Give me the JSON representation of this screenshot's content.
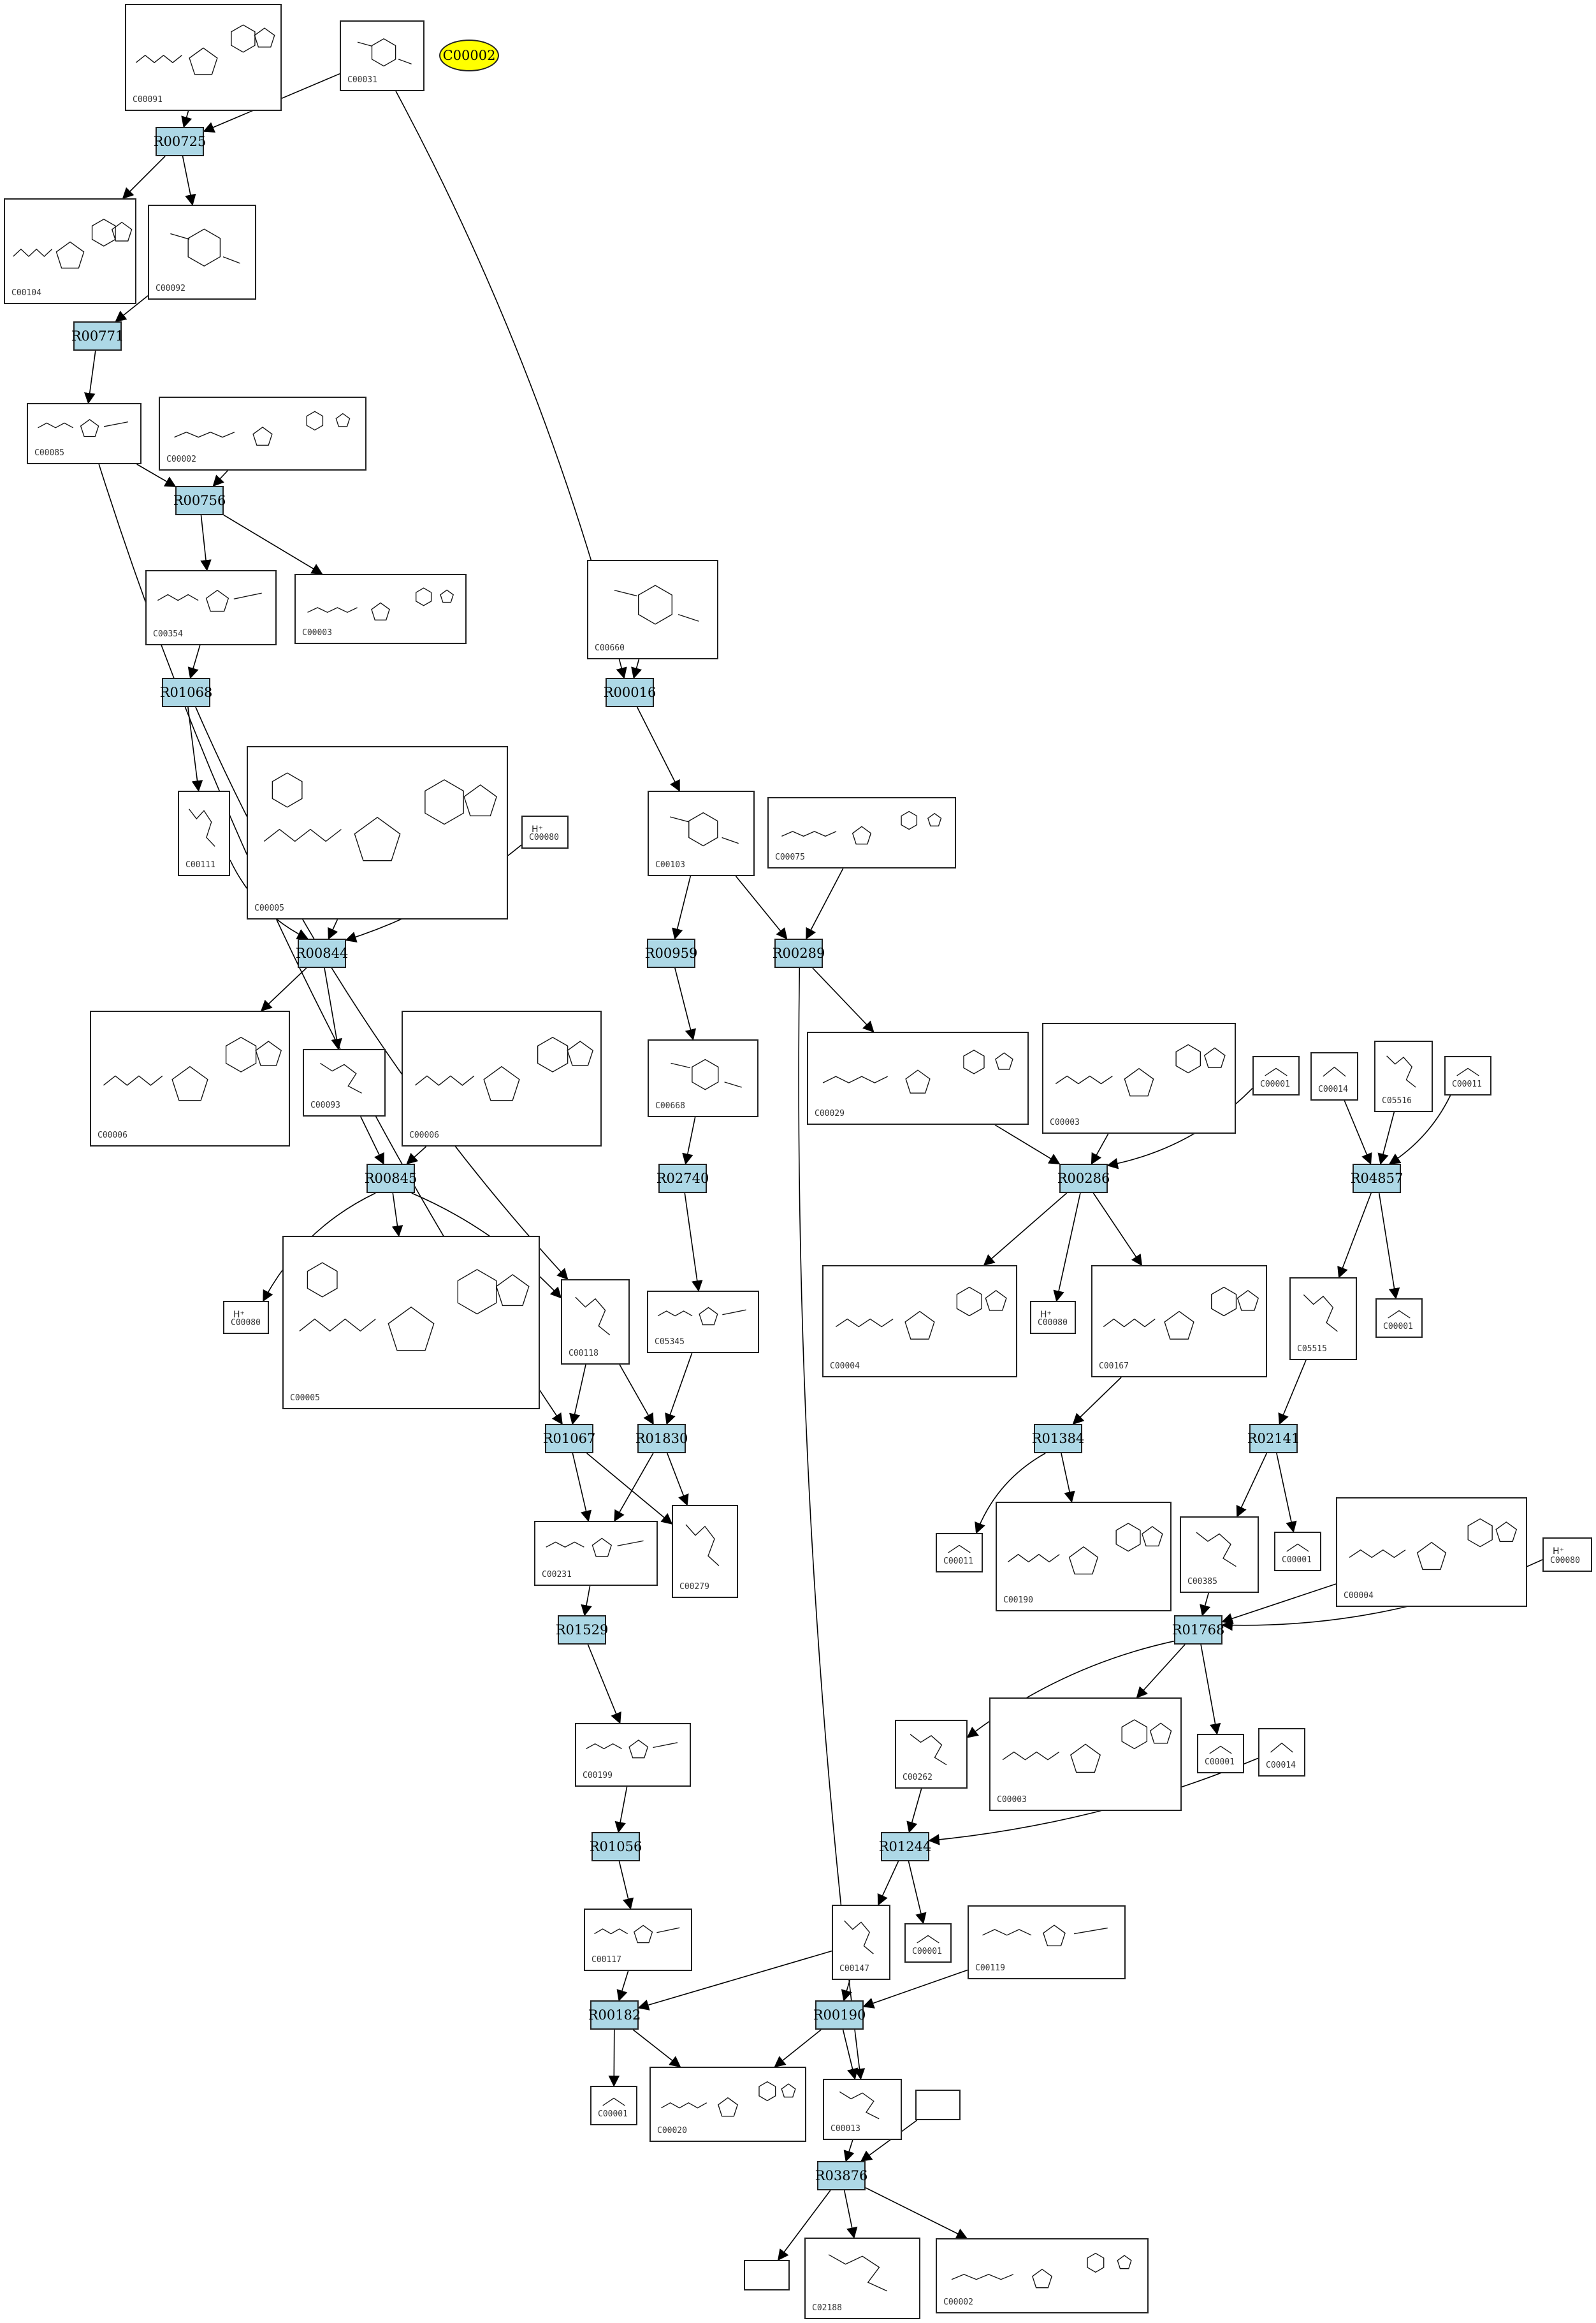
{
  "legend": {
    "compound": "C00002"
  },
  "reactions": [
    {
      "id": "R00725",
      "label": "R00725"
    },
    {
      "id": "R00771",
      "label": "R00771"
    },
    {
      "id": "R00756",
      "label": "R00756"
    },
    {
      "id": "R01068",
      "label": "R01068"
    },
    {
      "id": "R00016",
      "label": "R00016"
    },
    {
      "id": "R00844",
      "label": "R00844"
    },
    {
      "id": "R00959",
      "label": "R00959"
    },
    {
      "id": "R00289",
      "label": "R00289"
    },
    {
      "id": "R00845",
      "label": "R00845"
    },
    {
      "id": "R02740",
      "label": "R02740"
    },
    {
      "id": "R00286",
      "label": "R00286"
    },
    {
      "id": "R04857",
      "label": "R04857"
    },
    {
      "id": "R01067",
      "label": "R01067"
    },
    {
      "id": "R01830",
      "label": "R01830"
    },
    {
      "id": "R01384",
      "label": "R01384"
    },
    {
      "id": "R02141",
      "label": "R02141"
    },
    {
      "id": "R01529",
      "label": "R01529"
    },
    {
      "id": "R01768",
      "label": "R01768"
    },
    {
      "id": "R01056",
      "label": "R01056"
    },
    {
      "id": "R01244",
      "label": "R01244"
    },
    {
      "id": "R00182",
      "label": "R00182"
    },
    {
      "id": "R00190",
      "label": "R00190"
    },
    {
      "id": "R03876",
      "label": "R03876"
    }
  ],
  "compounds": [
    {
      "key": "c00091",
      "label": "C00091"
    },
    {
      "key": "c00031",
      "label": "C00031"
    },
    {
      "key": "c00104",
      "label": "C00104"
    },
    {
      "key": "c00092",
      "label": "C00092"
    },
    {
      "key": "c00085",
      "label": "C00085"
    },
    {
      "key": "c00002a",
      "label": "C00002"
    },
    {
      "key": "c00354",
      "label": "C00354"
    },
    {
      "key": "c00003a",
      "label": "C00003"
    },
    {
      "key": "c00660",
      "label": "C00660"
    },
    {
      "key": "c00111",
      "label": "C00111"
    },
    {
      "key": "c00005a",
      "label": "C00005"
    },
    {
      "key": "c00080a",
      "label": "C00080",
      "ion": "H⁺"
    },
    {
      "key": "c00103",
      "label": "C00103"
    },
    {
      "key": "c00075",
      "label": "C00075"
    },
    {
      "key": "c00006a",
      "label": "C00006"
    },
    {
      "key": "c00093",
      "label": "C00093"
    },
    {
      "key": "c00006b",
      "label": "C00006"
    },
    {
      "key": "c00668",
      "label": "C00668"
    },
    {
      "key": "c00029",
      "label": "C00029"
    },
    {
      "key": "c00003b",
      "label": "C00003"
    },
    {
      "key": "c00001a",
      "label": "C00001"
    },
    {
      "key": "c00014a",
      "label": "C00014"
    },
    {
      "key": "c05516",
      "label": "C05516"
    },
    {
      "key": "c00011a",
      "label": "C00011"
    },
    {
      "key": "c00080b",
      "label": "C00080",
      "ion": "H⁺"
    },
    {
      "key": "c00005b",
      "label": "C00005"
    },
    {
      "key": "c00118",
      "label": "C00118"
    },
    {
      "key": "c05345",
      "label": "C05345"
    },
    {
      "key": "c00004a",
      "label": "C00004"
    },
    {
      "key": "c00080c",
      "label": "C00080",
      "ion": "H⁺"
    },
    {
      "key": "c00167",
      "label": "C00167"
    },
    {
      "key": "c05515",
      "label": "C05515"
    },
    {
      "key": "c00001b",
      "label": "C00001"
    },
    {
      "key": "c00231",
      "label": "C00231"
    },
    {
      "key": "c00279",
      "label": "C00279"
    },
    {
      "key": "c00011b",
      "label": "C00011"
    },
    {
      "key": "c00190",
      "label": "C00190"
    },
    {
      "key": "c00385",
      "label": "C00385"
    },
    {
      "key": "c00001c",
      "label": "C00001"
    },
    {
      "key": "c00004b",
      "label": "C00004"
    },
    {
      "key": "c00080d",
      "label": "C00080",
      "ion": "H⁺"
    },
    {
      "key": "c00199",
      "label": "C00199"
    },
    {
      "key": "c00262",
      "label": "C00262"
    },
    {
      "key": "c00003c",
      "label": "C00003"
    },
    {
      "key": "c00001d",
      "label": "C00001"
    },
    {
      "key": "c00014b",
      "label": "C00014"
    },
    {
      "key": "c00117",
      "label": "C00117"
    },
    {
      "key": "c00147",
      "label": "C00147"
    },
    {
      "key": "c00001e",
      "label": "C00001"
    },
    {
      "key": "c00119",
      "label": "C00119"
    },
    {
      "key": "c00001f",
      "label": "C00001"
    },
    {
      "key": "c00020",
      "label": "C00020"
    },
    {
      "key": "c00013",
      "label": "C00013"
    },
    {
      "key": "blank1",
      "label": ""
    },
    {
      "key": "blank2",
      "label": ""
    },
    {
      "key": "c02188",
      "label": "C02188"
    },
    {
      "key": "c00002b",
      "label": "C00002"
    }
  ]
}
